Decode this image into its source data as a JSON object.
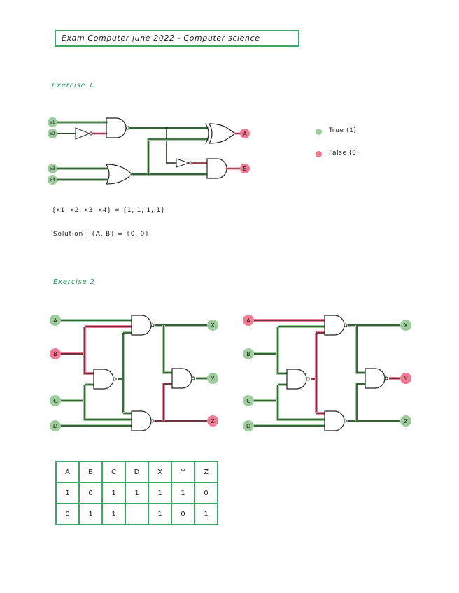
{
  "header": {
    "title": "Exam Computer june 2022 - Computer science"
  },
  "colors": {
    "true": "#9ccc9c",
    "false": "#f27a93",
    "accent": "#3aa866",
    "heading": "#2a9d5c"
  },
  "exercise1": {
    "heading": "Exercise 1.",
    "inputs": [
      "x1",
      "x2",
      "x3",
      "x4"
    ],
    "outputs": [
      "A",
      "B"
    ],
    "input_line": "{x1, x2, x3, x4} = {1, 1, 1, 1}",
    "solution_line": "Solution : {A, B} = {0, 0}"
  },
  "legend": {
    "items": [
      {
        "label": "True (1)",
        "state": "true"
      },
      {
        "label": "False (0)",
        "state": "false"
      }
    ]
  },
  "exercise2": {
    "heading": "Exercise 2",
    "left_circuit": {
      "inputs": [
        "A",
        "B",
        "C",
        "D"
      ],
      "outputs": [
        "X",
        "Y",
        "Z"
      ]
    },
    "right_circuit": {
      "inputs": [
        "A",
        "B",
        "C",
        "D"
      ],
      "outputs": [
        "X",
        "Y",
        "Z"
      ]
    },
    "table": {
      "headers": [
        "A",
        "B",
        "C",
        "D",
        "X",
        "Y",
        "Z"
      ],
      "rows": [
        [
          "1",
          "0",
          "1",
          "1",
          "1",
          "1",
          "0"
        ],
        [
          "0",
          "1",
          "1",
          "",
          "1",
          "0",
          "1"
        ]
      ]
    }
  }
}
